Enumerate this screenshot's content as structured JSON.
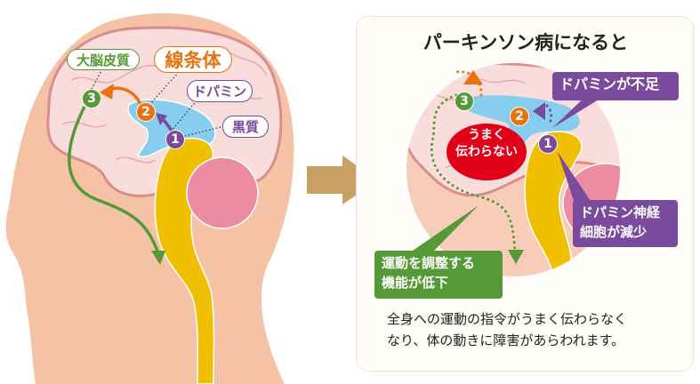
{
  "left": {
    "labels": {
      "cortex": "大脳皮質",
      "striatum": "線条体",
      "dopamine": "ドパミン",
      "substantia_nigra": "黒質"
    },
    "steps": [
      "1",
      "2",
      "3"
    ]
  },
  "right": {
    "title": "パーキンソン病になると",
    "dopamine_shortage": "ドパミンが不足",
    "not_transmitted": [
      "うまく",
      "伝わらない"
    ],
    "neuron_decrease": [
      "ドパミン神経",
      "細胞が減少"
    ],
    "motor_decline": [
      "運動を調整する",
      "機能が低下"
    ],
    "steps": [
      "1",
      "2",
      "3"
    ],
    "caption": [
      "全身への運動の指令がうまく伝わらなく",
      "なり、体の動きに障害があらわれます。"
    ]
  },
  "colors": {
    "skin": "#f5c2a5",
    "brain": "#f9dcdc",
    "brain_line": "#d98d8d",
    "striatum": "#86cdf0",
    "brainstem": "#f0c000",
    "cerebellum": "#ec8ca2",
    "green": "#559a36",
    "orange": "#ea720e",
    "purple": "#7a4a9c",
    "red": "#e00018",
    "arrow": "#c9a063"
  }
}
